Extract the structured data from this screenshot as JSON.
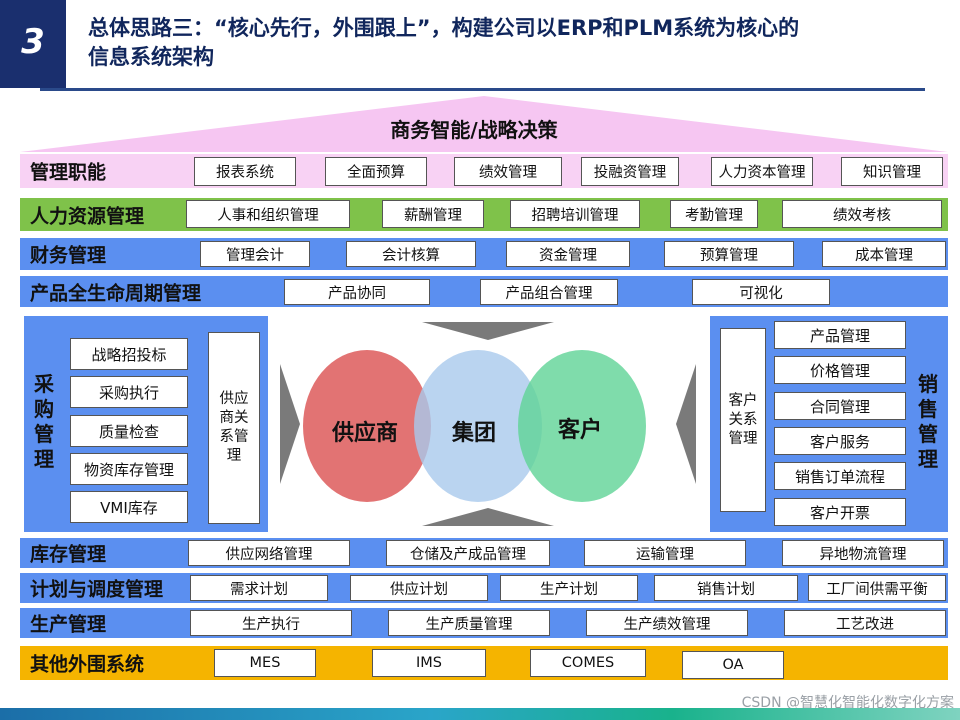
{
  "header": {
    "number": "3",
    "title_line1": "总体思路三：“核心先行，外围跟上”，构建公司以ERP和PLM系统为核心的",
    "title_line2": "信息系统架构"
  },
  "apex": {
    "label": "商务智能/战略决策"
  },
  "bands": {
    "mgmt": {
      "label": "管理职能",
      "items": [
        "报表系统",
        "全面预算",
        "绩效管理",
        "投融资管理",
        "人力资本管理",
        "知识管理"
      ]
    },
    "hr": {
      "label": "人力资源管理",
      "items": [
        "人事和组织管理",
        "薪酬管理",
        "招聘培训管理",
        "考勤管理",
        "绩效考核"
      ]
    },
    "fin": {
      "label": "财务管理",
      "items": [
        "管理会计",
        "会计核算",
        "资金管理",
        "预算管理",
        "成本管理"
      ]
    },
    "plm": {
      "label": "产品全生命周期管理",
      "items": [
        "产品协同",
        "产品组合管理",
        "可视化"
      ]
    },
    "inv": {
      "label": "库存管理",
      "items": [
        "供应网络管理",
        "仓储及产成品管理",
        "运输管理",
        "异地物流管理"
      ]
    },
    "plan": {
      "label": "计划与调度管理",
      "items": [
        "需求计划",
        "供应计划",
        "生产计划",
        "销售计划",
        "工厂间供需平衡"
      ]
    },
    "prod": {
      "label": "生产管理",
      "items": [
        "生产执行",
        "生产质量管理",
        "生产绩效管理",
        "工艺改进"
      ]
    },
    "other": {
      "label": "其他外围系统",
      "items": [
        "MES",
        "IMS",
        "COMES",
        "OA"
      ]
    }
  },
  "procurement": {
    "label": "采购管理",
    "items": [
      "战略招投标",
      "采购执行",
      "质量检查",
      "物资库存管理",
      "VMI库存"
    ],
    "srm": "供应商关系管理"
  },
  "sales": {
    "label": "销售管理",
    "items": [
      "产品管理",
      "价格管理",
      "合同管理",
      "客户服务",
      "销售订单流程",
      "客户开票"
    ],
    "crm": "客户关系管理"
  },
  "venn": {
    "left": "供应商",
    "center": "集团",
    "right": "客户"
  },
  "watermark": "CSDN @智慧化智能化数字化方案",
  "colors": {
    "navy": "#1a2f6e",
    "apex_pink": "#f6c6f2",
    "band_pink": "#f8d2f4",
    "band_green": "#7fc24a",
    "band_blue": "#5b8ff0",
    "band_gold": "#f5b400",
    "venn_red": "#dd5b5b",
    "venn_blue": "#a9c9ec",
    "venn_green": "#5fd396"
  }
}
